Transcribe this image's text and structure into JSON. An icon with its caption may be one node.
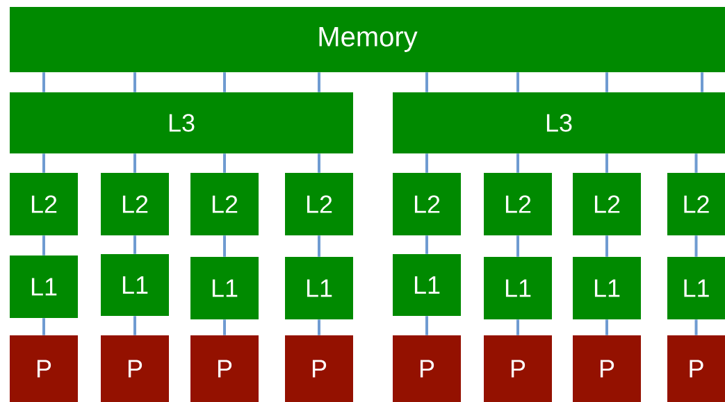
{
  "diagram": {
    "nodes": [
      {
        "text": [
          "Memory"
        ]
      },
      {
        "text": [
          "L3"
        ]
      },
      {
        "text": [
          "L3"
        ]
      },
      {
        "text": [
          "L2"
        ]
      },
      {
        "text": [
          "L2"
        ]
      },
      {
        "text": [
          "L2"
        ]
      },
      {
        "text": [
          "L2"
        ]
      },
      {
        "text": [
          "L2"
        ]
      },
      {
        "text": [
          "L2"
        ]
      },
      {
        "text": [
          "L2"
        ]
      },
      {
        "text": [
          "L2"
        ]
      },
      {
        "text": [
          "L1"
        ]
      },
      {
        "text": [
          "L1"
        ]
      },
      {
        "text": [
          "L1"
        ]
      },
      {
        "text": [
          "L1"
        ]
      },
      {
        "text": [
          "L1"
        ]
      },
      {
        "text": [
          "L1"
        ]
      },
      {
        "text": [
          "L1"
        ]
      },
      {
        "text": [
          "L1"
        ]
      },
      {
        "text": [
          "P"
        ]
      },
      {
        "text": [
          "P"
        ]
      },
      {
        "text": [
          "P"
        ]
      },
      {
        "text": [
          "P"
        ]
      },
      {
        "text": [
          "P"
        ]
      },
      {
        "text": [
          "P"
        ]
      },
      {
        "text": [
          "P"
        ]
      },
      {
        "text": [
          "P"
        ]
      }
    ],
    "edges": [
      {
        "from": 0,
        "to": 1,
        "arrow": "none"
      },
      {
        "from": 0,
        "to": 1,
        "arrow": "none"
      },
      {
        "from": 0,
        "to": 1,
        "arrow": "none"
      },
      {
        "from": 0,
        "to": 1,
        "arrow": "none"
      },
      {
        "from": 0,
        "to": 2,
        "arrow": "none"
      },
      {
        "from": 0,
        "to": 2,
        "arrow": "none"
      },
      {
        "from": 0,
        "to": 2,
        "arrow": "none"
      },
      {
        "from": 0,
        "to": 2,
        "arrow": "none"
      },
      {
        "from": 1,
        "to": 3,
        "arrow": "none"
      },
      {
        "from": 1,
        "to": 4,
        "arrow": "none"
      },
      {
        "from": 1,
        "to": 5,
        "arrow": "none"
      },
      {
        "from": 1,
        "to": 6,
        "arrow": "none"
      },
      {
        "from": 2,
        "to": 7,
        "arrow": "none"
      },
      {
        "from": 2,
        "to": 8,
        "arrow": "none"
      },
      {
        "from": 2,
        "to": 9,
        "arrow": "none"
      },
      {
        "from": 2,
        "to": 10,
        "arrow": "none"
      },
      {
        "from": 3,
        "to": 11,
        "arrow": "none"
      },
      {
        "from": 4,
        "to": 12,
        "arrow": "none"
      },
      {
        "from": 5,
        "to": 13,
        "arrow": "none"
      },
      {
        "from": 6,
        "to": 14,
        "arrow": "none"
      },
      {
        "from": 7,
        "to": 15,
        "arrow": "none"
      },
      {
        "from": 8,
        "to": 16,
        "arrow": "none"
      },
      {
        "from": 9,
        "to": 17,
        "arrow": "none"
      },
      {
        "from": 10,
        "to": 18,
        "arrow": "none"
      },
      {
        "from": 11,
        "to": 19,
        "arrow": "none"
      },
      {
        "from": 12,
        "to": 20,
        "arrow": "none"
      },
      {
        "from": 13,
        "to": 21,
        "arrow": "none"
      },
      {
        "from": 14,
        "to": 22,
        "arrow": "none"
      },
      {
        "from": 15,
        "to": 23,
        "arrow": "none"
      },
      {
        "from": 16,
        "to": 24,
        "arrow": "none"
      },
      {
        "from": 17,
        "to": 25,
        "arrow": "none"
      },
      {
        "from": 18,
        "to": 26,
        "arrow": "none"
      }
    ]
  }
}
